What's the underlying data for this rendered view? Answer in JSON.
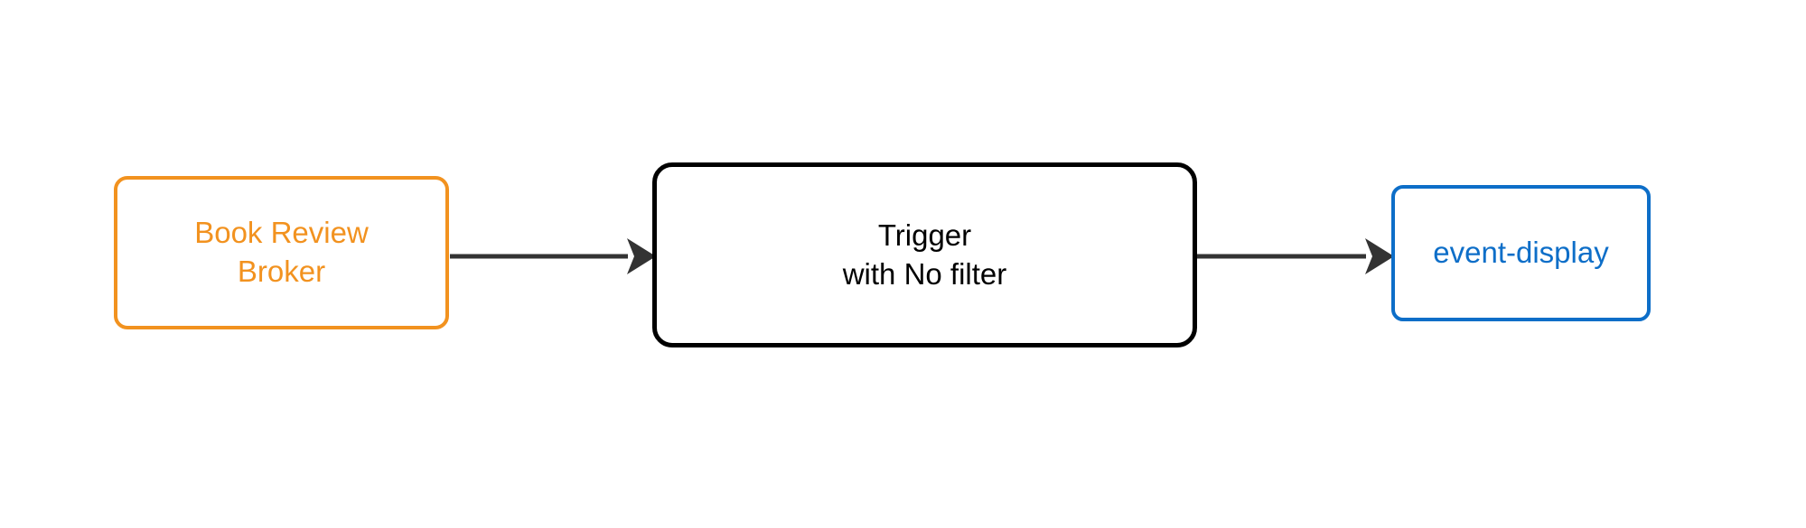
{
  "diagram": {
    "type": "flow",
    "background_color": "#ffffff",
    "orientation": "left-to-right",
    "nodes": [
      {
        "id": "source",
        "label": "Book Review\nBroker",
        "line1": "Book Review",
        "line2": "Broker",
        "shape": "rounded-rectangle",
        "border_color": "#f2921f",
        "text_color": "#f2921f",
        "fill_color": "#ffffff"
      },
      {
        "id": "trigger",
        "label": "Trigger\nwith No filter",
        "line1": "Trigger",
        "line2": "with No filter",
        "shape": "rounded-rectangle",
        "border_color": "#000000",
        "text_color": "#000000",
        "fill_color": "#ffffff"
      },
      {
        "id": "sink",
        "label": "event-display",
        "line1": "event-display",
        "shape": "rounded-rectangle",
        "border_color": "#0d6ec8",
        "text_color": "#0d6ec8",
        "fill_color": "#ffffff"
      }
    ],
    "edges": [
      {
        "id": "edge-source-trigger",
        "from": "source",
        "to": "trigger",
        "label": "",
        "color": "#333333",
        "arrowhead": "filled-triangle"
      },
      {
        "id": "edge-trigger-sink",
        "from": "trigger",
        "to": "sink",
        "label": "",
        "color": "#333333",
        "arrowhead": "filled-triangle"
      }
    ]
  }
}
